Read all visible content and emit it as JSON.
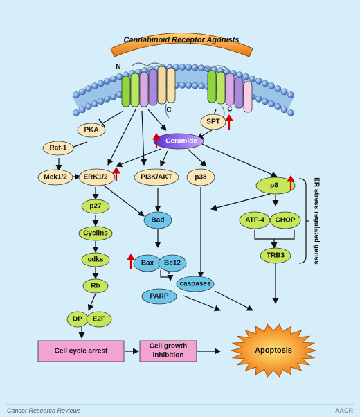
{
  "receptor": {
    "label": "Cannabinoid Receptor Agonists",
    "n_terminal": "N",
    "c_terminal_1": "C",
    "c_terminal_2": "C"
  },
  "nodes": {
    "pka": "PKA",
    "raf1": "Raf-1",
    "mek12": "Mek1/2",
    "erk12": "ERK1/2",
    "pi3k": "PI3K/AKT",
    "p38": "p38",
    "spt": "SPT",
    "ceramide": "Ceramide",
    "p8": "p8",
    "p27": "p27",
    "cyclins": "Cyclins",
    "cdks": "cdks",
    "rb": "Rb",
    "dp": "DP",
    "e2f": "E2F",
    "bad": "Bad",
    "bax": "Bax",
    "bc12": "Bc12",
    "caspases": "caspases",
    "parp": "PARP",
    "atf4": "ATF-4",
    "chop": "CHOP",
    "trb3": "TRB3",
    "cell_cycle_arrest": "Cell cycle arrest",
    "cell_growth_line1": "Cell growth",
    "cell_growth_line2": "inhibition",
    "apoptosis": "Apoptosis"
  },
  "bracket_label": "ER stress regulated genes",
  "footer": {
    "left": "Cancer Research Reviews",
    "right": "AACR"
  },
  "colors": {
    "background": "#d6eefa",
    "arc": "#f08c1e",
    "membrane": "#4a7fc6",
    "yellow_node": "#c8e65a",
    "pale_node": "#fbe6b8",
    "blue_node": "#6ec6ea",
    "ceramide": "#8a5cf0",
    "outcome_box": "#f2a3d0",
    "apoptosis_burst": "#f79a2c",
    "up_arrow": "#d40000"
  }
}
